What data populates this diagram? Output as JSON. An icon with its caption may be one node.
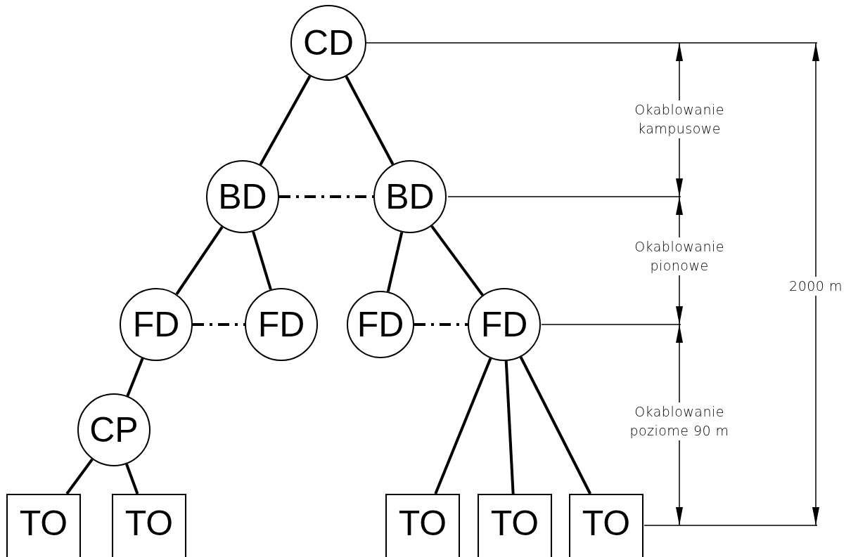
{
  "diagram": {
    "nodes": [
      {
        "text": [
          "CD"
        ]
      },
      {
        "text": [
          "BD"
        ]
      },
      {
        "text": [
          "BD"
        ]
      },
      {
        "text": [
          "FD"
        ]
      },
      {
        "text": [
          "FD"
        ]
      },
      {
        "text": [
          "FD"
        ]
      },
      {
        "text": [
          "FD"
        ]
      },
      {
        "text": [
          "CP"
        ]
      },
      {
        "text": [
          "TO"
        ]
      },
      {
        "text": [
          "TO"
        ]
      },
      {
        "text": [
          "TO"
        ]
      },
      {
        "text": [
          "TO"
        ]
      },
      {
        "text": [
          "TO"
        ]
      }
    ],
    "edges": [
      {
        "from": 0,
        "to": 1,
        "arrow": "none"
      },
      {
        "from": 0,
        "to": 2,
        "arrow": "none"
      },
      {
        "from": 1,
        "to": 2,
        "arrow": "none",
        "style": "dashed"
      },
      {
        "from": 1,
        "to": 3,
        "arrow": "none"
      },
      {
        "from": 1,
        "to": 4,
        "arrow": "none"
      },
      {
        "from": 3,
        "to": 4,
        "arrow": "none",
        "style": "dashed"
      },
      {
        "from": 2,
        "to": 5,
        "arrow": "none"
      },
      {
        "from": 2,
        "to": 6,
        "arrow": "none"
      },
      {
        "from": 5,
        "to": 6,
        "arrow": "none",
        "style": "dashed"
      },
      {
        "from": 3,
        "to": 7,
        "arrow": "none"
      },
      {
        "from": 7,
        "to": 8,
        "arrow": "none"
      },
      {
        "from": 7,
        "to": 9,
        "arrow": "none"
      },
      {
        "from": 6,
        "to": 10,
        "arrow": "none"
      },
      {
        "from": 6,
        "to": 11,
        "arrow": "none"
      },
      {
        "from": 6,
        "to": 12,
        "arrow": "none"
      }
    ],
    "labels": [
      "Okablowanie kampusowe",
      "Okablowanie pionowe",
      "Okablowanie poziome 90 m",
      "2000 m"
    ]
  }
}
